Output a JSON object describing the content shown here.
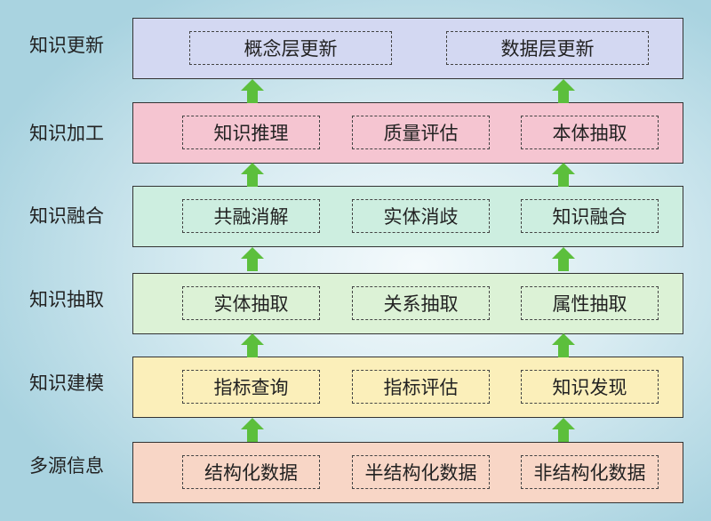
{
  "layers": [
    {
      "label": "知识更新",
      "color": "#d3d8f2",
      "items": [
        "概念层更新",
        "数据层更新"
      ]
    },
    {
      "label": "知识加工",
      "color": "#f5c5d1",
      "items": [
        "知识推理",
        "质量评估",
        "本体抽取"
      ]
    },
    {
      "label": "知识融合",
      "color": "#cdeee0",
      "items": [
        "共融消解",
        "实体消歧",
        "知识融合"
      ]
    },
    {
      "label": "知识抽取",
      "color": "#dcf2d6",
      "items": [
        "实体抽取",
        "关系抽取",
        "属性抽取"
      ]
    },
    {
      "label": "知识建模",
      "color": "#fbefba",
      "items": [
        "指标查询",
        "指标评估",
        "知识发现"
      ]
    },
    {
      "label": "多源信息",
      "color": "#f8d6c6",
      "items": [
        "结构化数据",
        "半结构化数据",
        "非结构化数据"
      ]
    }
  ],
  "arrow_color": "#5cbf3c",
  "arrow_icon": "green-up-arrow-icon"
}
